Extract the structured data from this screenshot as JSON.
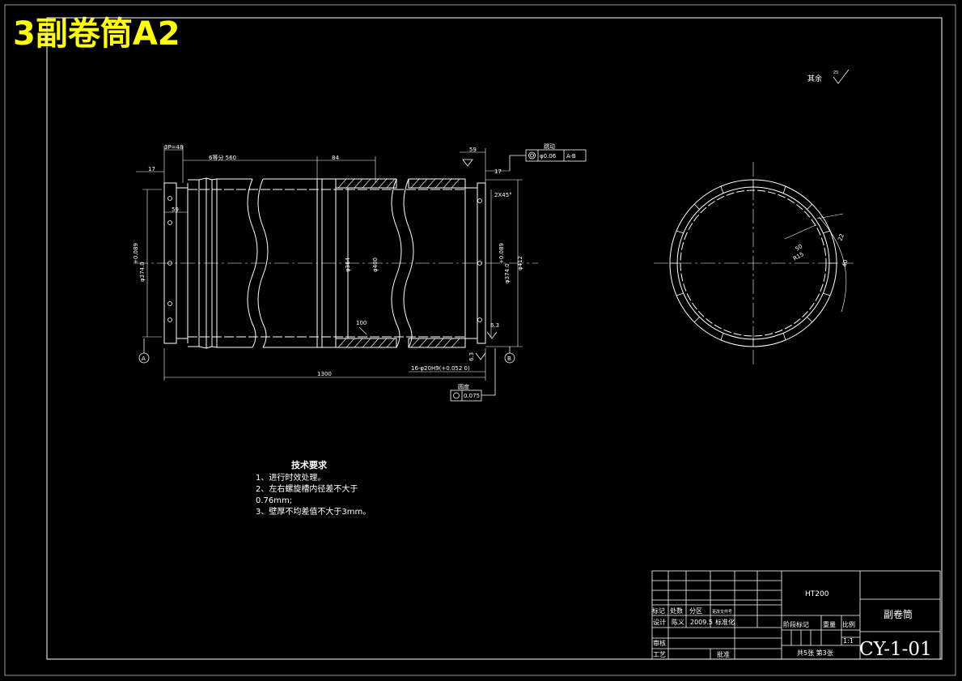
{
  "header": {
    "title": "3副卷筒A2"
  },
  "surface": {
    "label": "其余",
    "value": "25"
  },
  "dims": {
    "d_3p": "3P=48",
    "d_17a": "17",
    "d_560": "6等分 560",
    "d_84": "84",
    "d_59a": "59",
    "d_17b": "17",
    "d_59b": "59",
    "d_2x45": "2X45°",
    "d_phi374l": "φ374.0",
    "d_h089l": "+0.089",
    "d_phi364": "φ364",
    "d_phi400": "φ400",
    "d_phi374r": "φ374.0",
    "d_h089r": "+0.089",
    "d_phi412": "φ412",
    "d_100": "100",
    "d_63a": "6.3",
    "d_63b": "6.3",
    "d_1300": "1300",
    "d_holes": "16-φ20H9(+0.052 0)",
    "d_50": "50",
    "d_22": "22",
    "d_40": "40",
    "d_r15": "R15"
  },
  "datum": {
    "a": "A",
    "b": "B"
  },
  "tolerances": {
    "runout_label": "跳动",
    "runout_value": "φ0.06",
    "runout_datum": "A-B",
    "round_label": "圆度",
    "round_value": "0.075"
  },
  "notes": {
    "title": "技术要求",
    "items": [
      "1、进行时效处理。",
      "2、左右螺旋槽内径差不大于",
      "0.76mm;",
      "3、壁厚不均差值不大于3mm。"
    ]
  },
  "title_block": {
    "material": "HT200",
    "part_name": "副卷筒",
    "drawing_no": "CY-1-01",
    "row_mark": [
      "标记",
      "处数",
      "分区",
      "更改文件号"
    ],
    "design_label": "设计",
    "designer": "陈义",
    "date": "2009.5",
    "std_label": "标准化",
    "review_label": "审核",
    "process_label": "工艺",
    "approve_label": "批准",
    "stage_label": "阶段标记",
    "weight_label": "重量",
    "scale_label": "比例",
    "scale": "1:1",
    "sheets": "共5张 第3张"
  },
  "colors": {
    "background": "#000000",
    "line": "#ffffff",
    "title": "#ffff00"
  }
}
